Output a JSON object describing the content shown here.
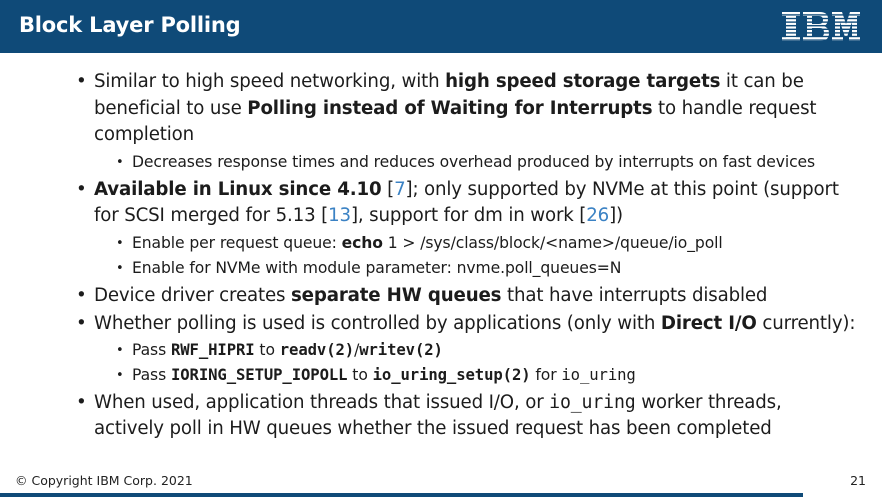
{
  "slide": {
    "title": "Block Layer Polling",
    "logo_text": "IBM",
    "copyright": "© Copyright IBM Corp. 2021",
    "page_number": "21"
  },
  "bullets": {
    "b1": {
      "t1": "Similar to high speed networking, with ",
      "b1": "high speed storage targets",
      "t2": " it can be beneficial to use ",
      "b2": "Polling instead of Waiting for Interrupts",
      "t3": " to handle request completion",
      "sub1": "Decreases response times and reduces overhead produced by interrupts on fast devices"
    },
    "b2": {
      "b1": "Available in Linux since 4.10",
      "t1": " [",
      "ref1": "7",
      "t2": "]; only supported by NVMe at this point (support for SCSI merged for 5.13 [",
      "ref2": "13",
      "t3": "], support for dm in work [",
      "ref3": "26",
      "t4": "])",
      "sub1_t1": "Enable per request queue: ",
      "sub1_b1": "echo",
      "sub1_t2": " 1 > /sys/class/block/<name>/queue/io_poll",
      "sub2": "Enable for NVMe with module parameter: nvme.poll_queues=N"
    },
    "b3": {
      "t1": "Device driver creates ",
      "b1": "separate HW queues",
      "t2": " that have interrupts disabled"
    },
    "b4": {
      "t1": "Whether polling is used is controlled by applications (only with ",
      "b1": "Direct I/O",
      "t2": " currently):",
      "sub1_t1": "Pass ",
      "sub1_c1": "RWF_HIPRI",
      "sub1_t2": " to ",
      "sub1_c2": "readv(2)",
      "sub1_t3": "/",
      "sub1_c3": "writev(2)",
      "sub2_t1": "Pass ",
      "sub2_c1": "IORING_SETUP_IOPOLL",
      "sub2_t2": " to ",
      "sub2_c2": "io_uring_setup(2)",
      "sub2_t3": " for ",
      "sub2_c3": "io_uring"
    },
    "b5": {
      "t1": "When used, application threads that issued I/O, or ",
      "c1": "io_uring",
      "t2": " worker threads, actively poll in HW queues whether the issued request has been completed"
    }
  },
  "colors": {
    "header_bg": "#0f4a78",
    "link": "#3b82c4"
  }
}
